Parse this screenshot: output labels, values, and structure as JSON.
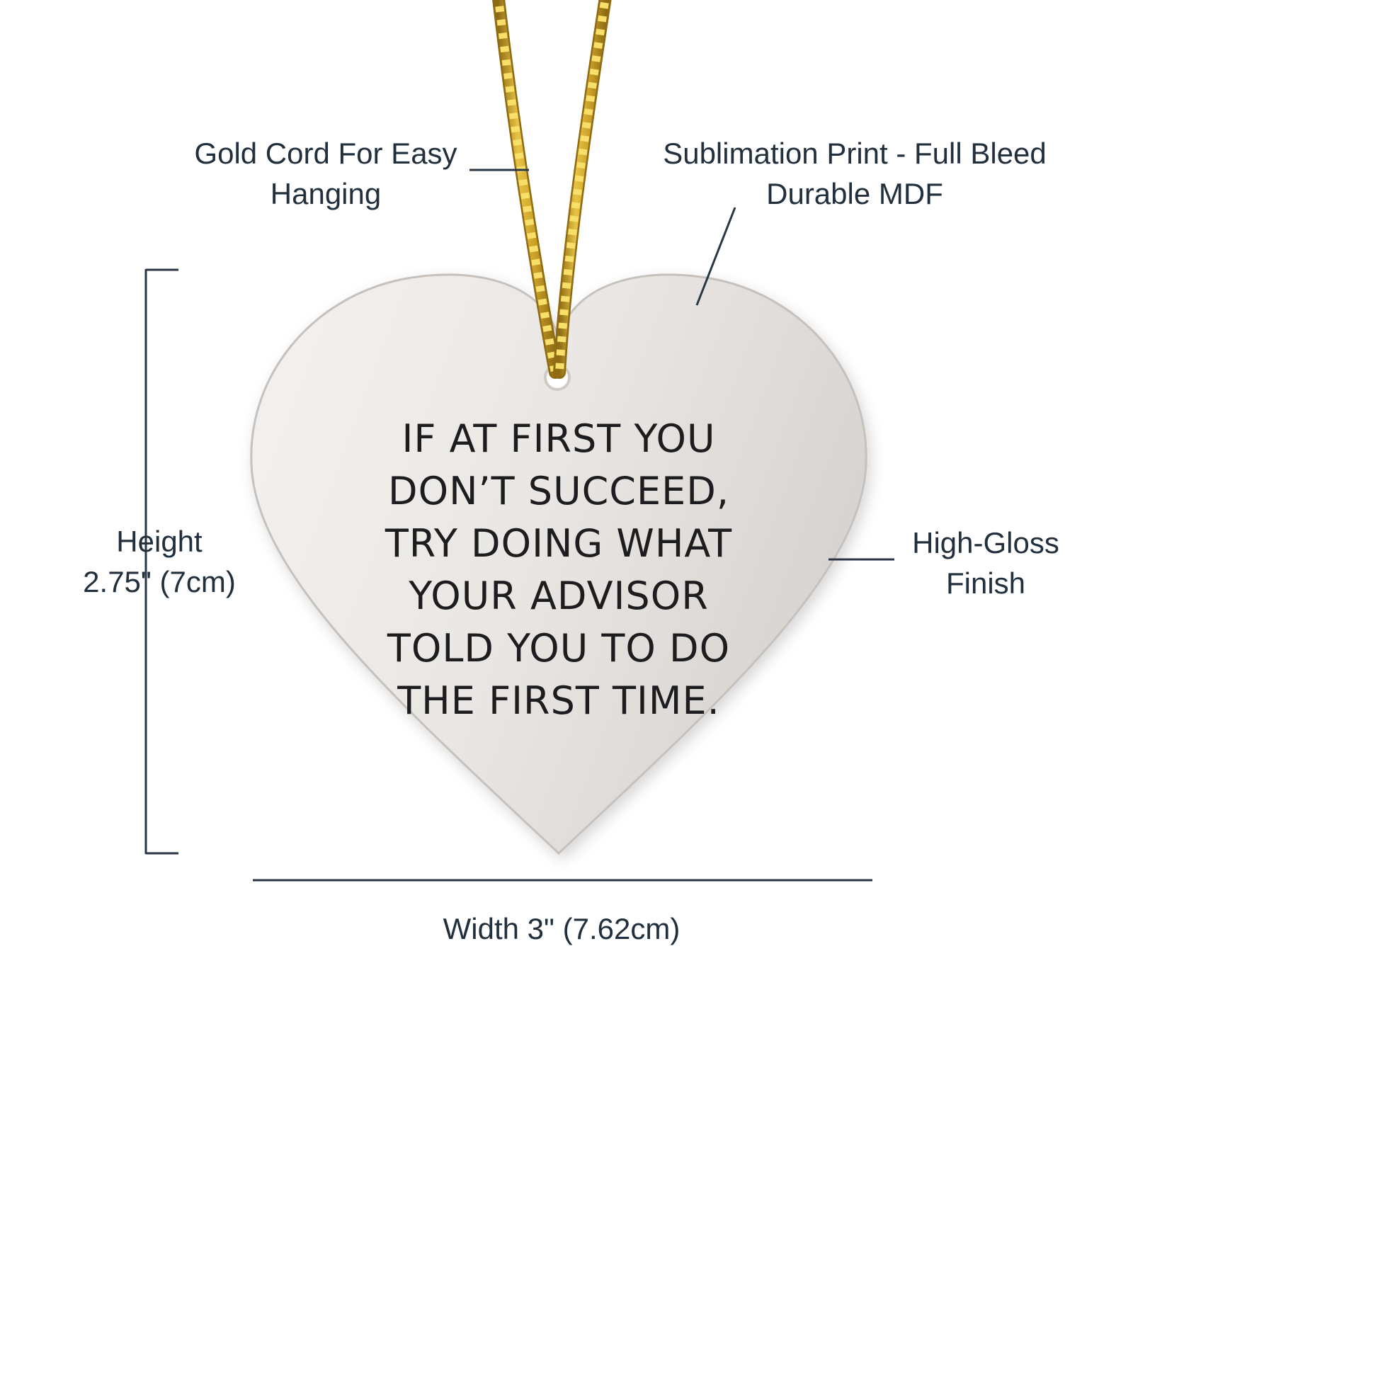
{
  "labels": {
    "gold_cord": {
      "line1": "Gold Cord For Easy",
      "line2": "Hanging"
    },
    "sublimation": {
      "line1": "Sublimation Print - Full Bleed",
      "line2": "Durable MDF"
    },
    "high_gloss": {
      "line1": "High-Gloss",
      "line2": "Finish"
    },
    "height": {
      "line1": "Height",
      "line2": "2.75\" (7cm)"
    },
    "width": {
      "text": "Width 3\" (7.62cm)"
    }
  },
  "ornament": {
    "quote_lines": [
      "IF AT FIRST YOU",
      "DON’T SUCCEED,",
      "TRY DOING WHAT",
      "YOUR ADVISOR",
      "TOLD YOU TO DO",
      "THE FIRST TIME."
    ]
  },
  "colors": {
    "annotation_text": "#22303e",
    "line": "#2a3644",
    "heart_light": "#f2f0ee",
    "heart_dark": "#d8d4d1",
    "cord_gold": "#c99a22",
    "cord_gold_light": "#f3d95c",
    "quote_text": "#1d1d1f"
  }
}
